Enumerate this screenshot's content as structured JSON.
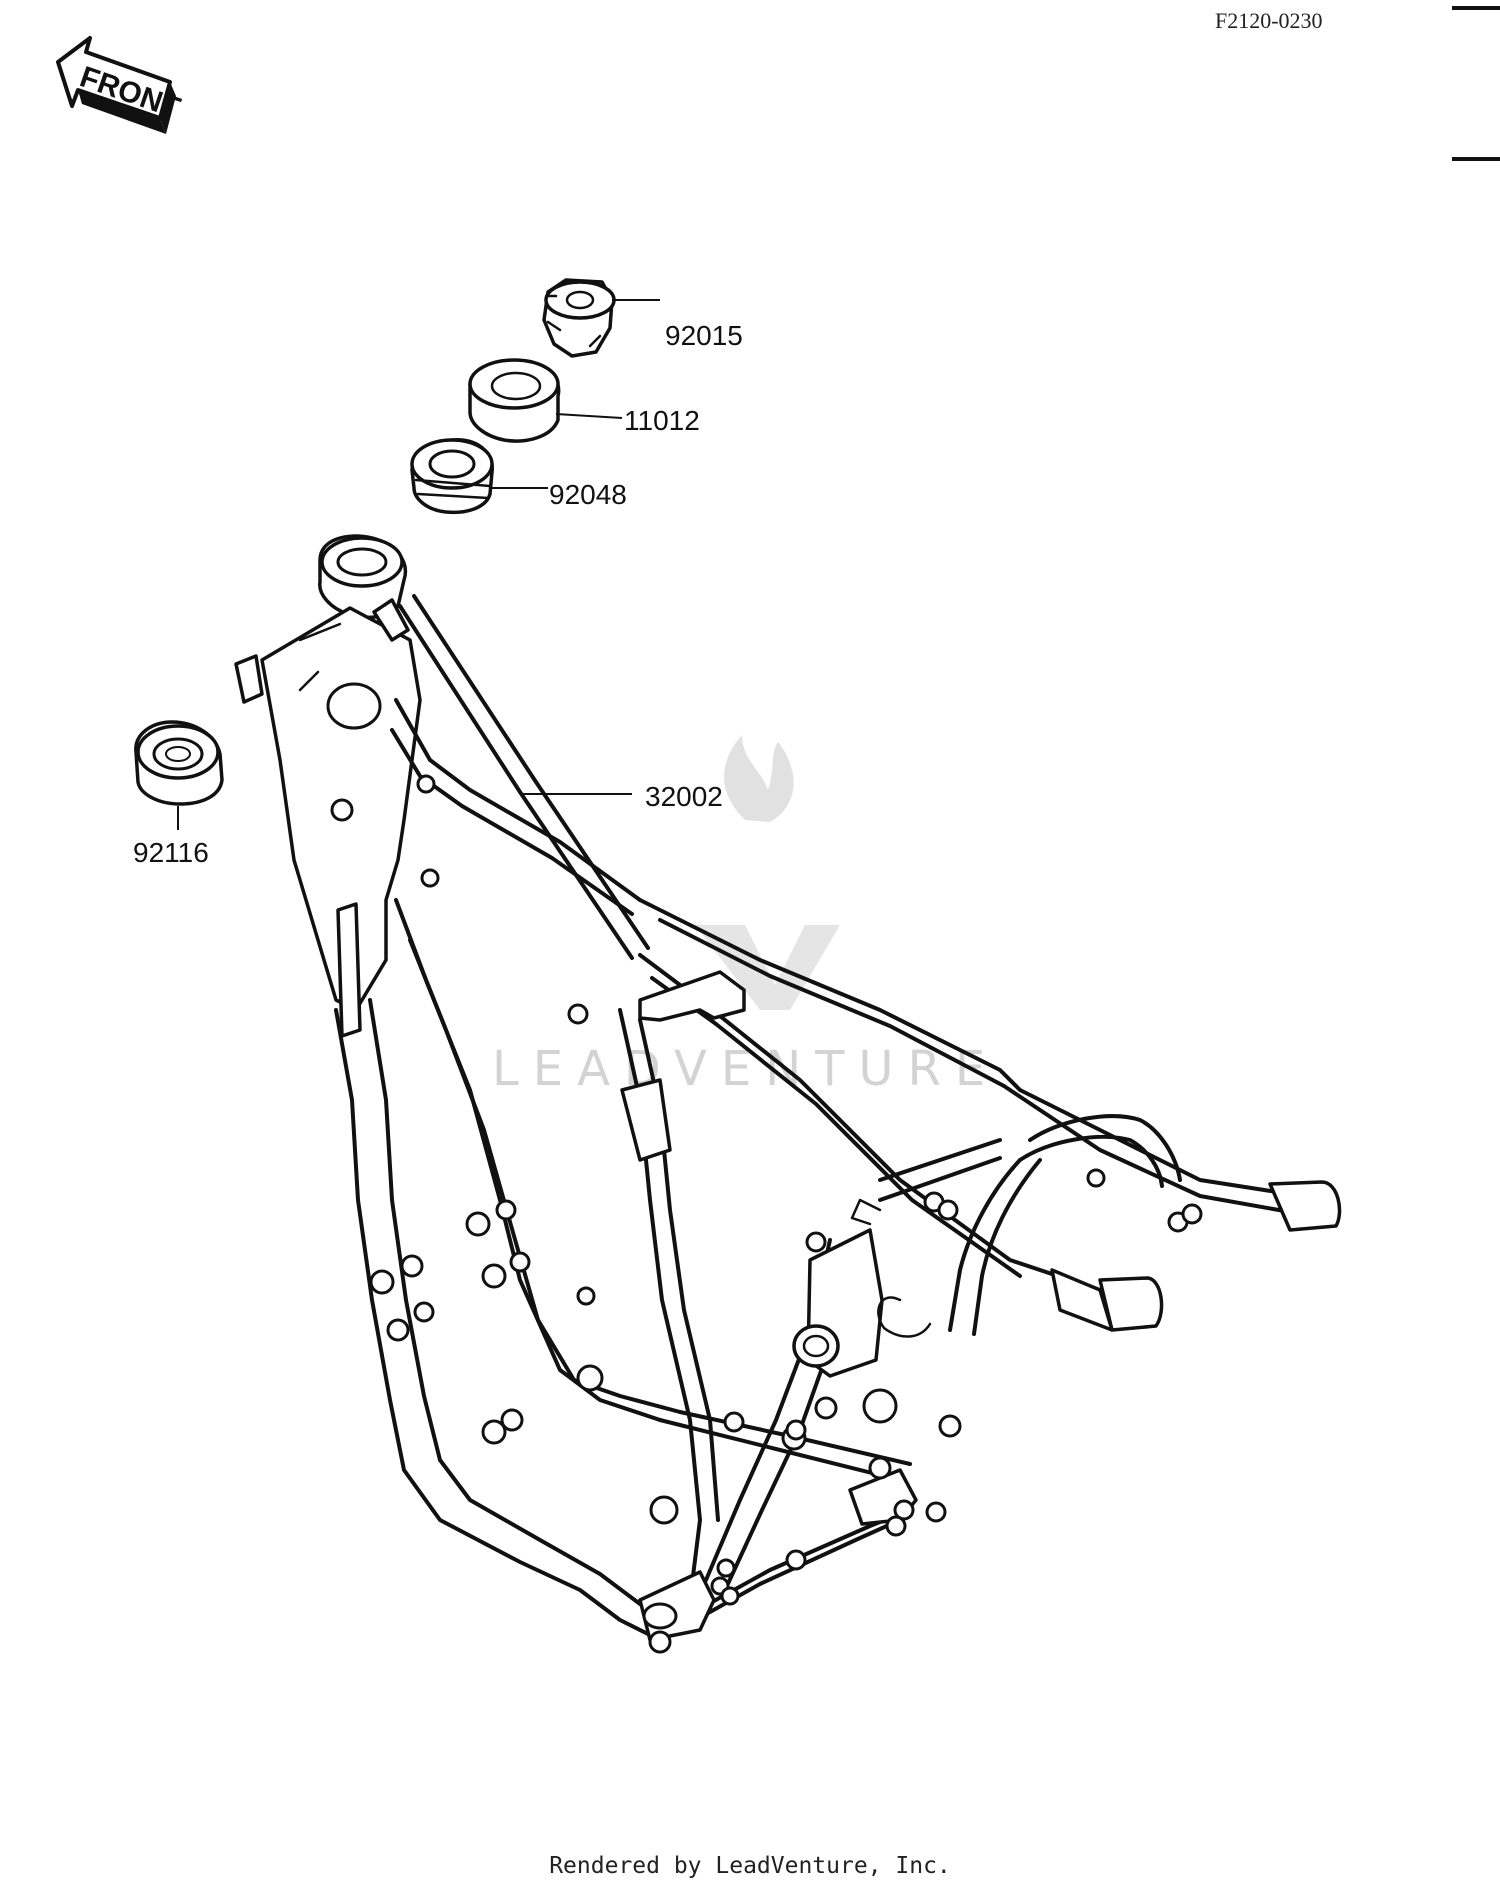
{
  "reference_code": "F2120-0230",
  "front_label": "FRONT",
  "watermark_text": "LEADVENTURE",
  "footer_text": "Rendered by LeadVenture, Inc.",
  "callouts": [
    {
      "id": "c92015",
      "number": "92015"
    },
    {
      "id": "c11012",
      "number": "11012"
    },
    {
      "id": "c92048",
      "number": "92048"
    },
    {
      "id": "c32002",
      "number": "32002"
    },
    {
      "id": "c92116",
      "number": "92116"
    }
  ],
  "colors": {
    "line": "#111111",
    "watermark": "#cfcfcf",
    "background": "#ffffff"
  }
}
